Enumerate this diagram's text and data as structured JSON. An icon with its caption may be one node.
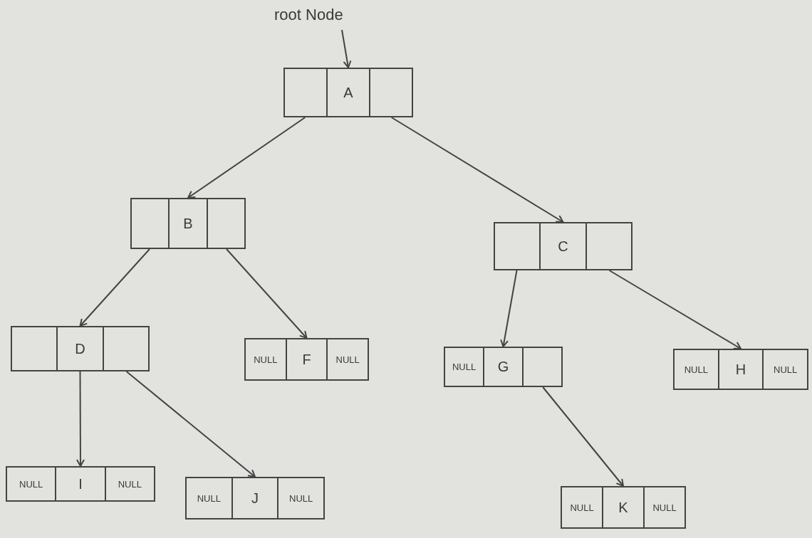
{
  "diagram": {
    "nodes": [
      {
        "text": [
          "root Node"
        ]
      },
      {
        "text": [
          "A"
        ]
      },
      {
        "text": [
          "B"
        ]
      },
      {
        "text": [
          "C"
        ]
      },
      {
        "text": [
          "D"
        ]
      },
      {
        "text": [
          "NULL",
          "F",
          "NULL"
        ]
      },
      {
        "text": [
          "NULL",
          "G"
        ]
      },
      {
        "text": [
          "NULL",
          "H",
          "NULL"
        ]
      },
      {
        "text": [
          "NULL",
          "I",
          "NULL"
        ]
      },
      {
        "text": [
          "NULL",
          "J",
          "NULL"
        ]
      },
      {
        "text": [
          "NULL",
          "K",
          "NULL"
        ]
      }
    ],
    "edges": [
      {
        "from": 0,
        "to": 1,
        "arrow": "to"
      },
      {
        "from": 1,
        "to": 2,
        "arrow": "to"
      },
      {
        "from": 1,
        "to": 3,
        "arrow": "to"
      },
      {
        "from": 2,
        "to": 4,
        "arrow": "to"
      },
      {
        "from": 2,
        "to": 5,
        "arrow": "to"
      },
      {
        "from": 3,
        "to": 6,
        "arrow": "to"
      },
      {
        "from": 3,
        "to": 7,
        "arrow": "to"
      },
      {
        "from": 4,
        "to": 8,
        "arrow": "to"
      },
      {
        "from": 4,
        "to": 9,
        "arrow": "to"
      },
      {
        "from": 6,
        "to": 10,
        "arrow": "to"
      }
    ]
  }
}
